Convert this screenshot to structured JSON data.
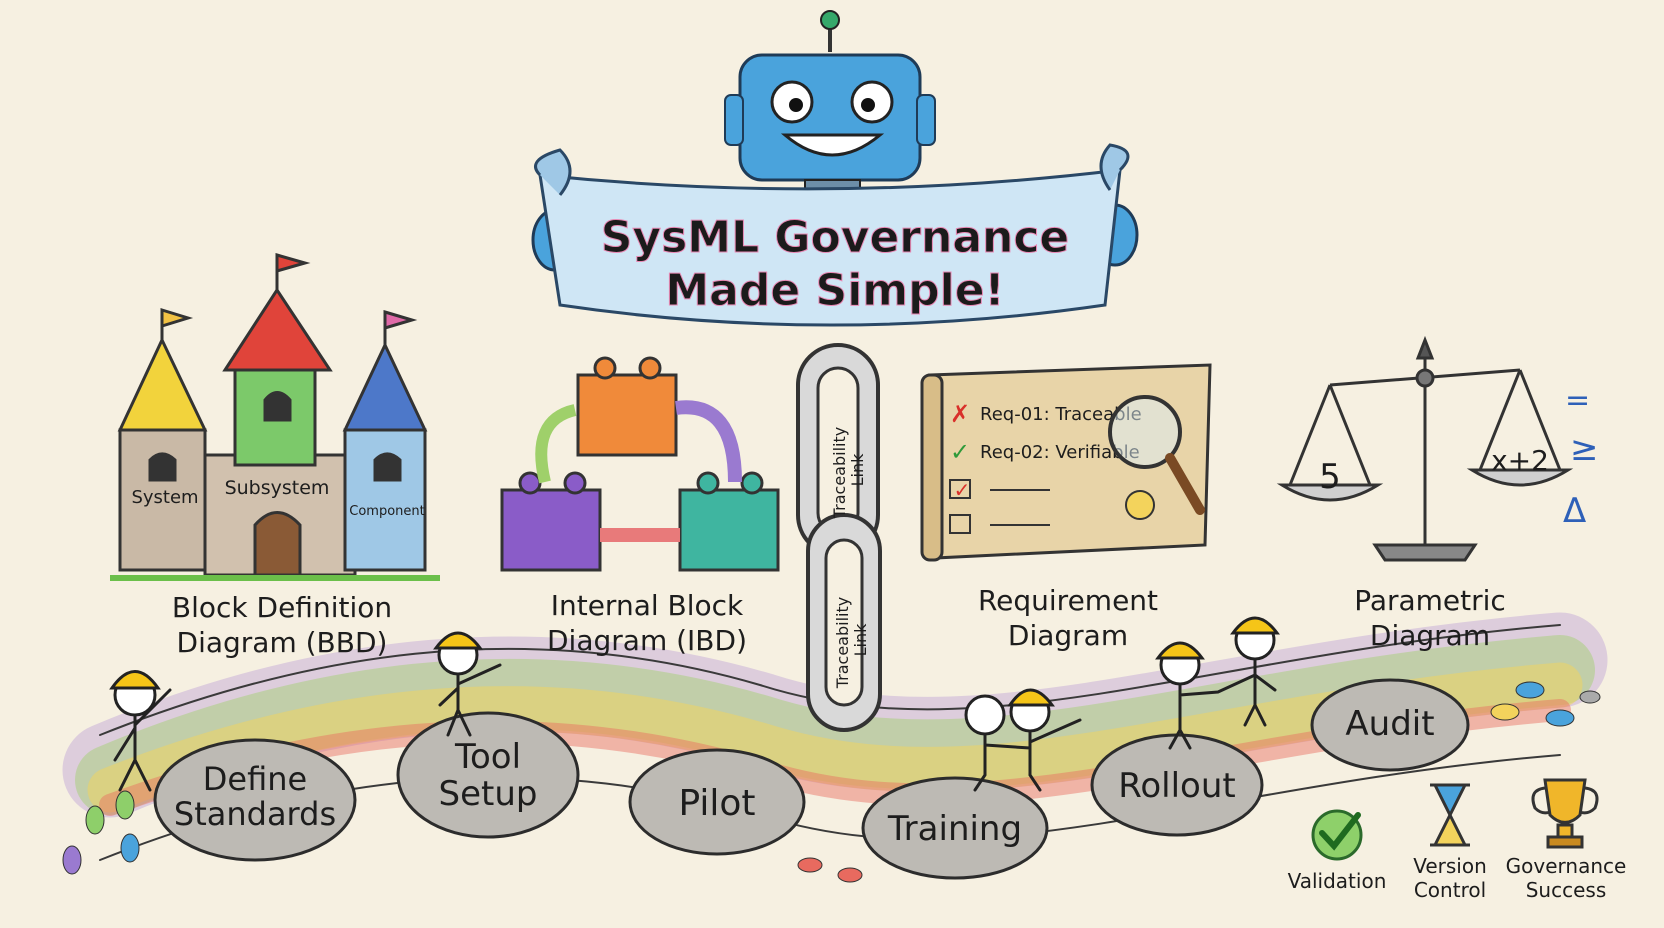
{
  "banner": {
    "line1": "SysML Governance",
    "line2": "Made Simple!"
  },
  "castle": {
    "labels": [
      "System",
      "Subsystem",
      "Component"
    ]
  },
  "diagrams": [
    {
      "line1": "Block Definition",
      "line2": "Diagram (BBD)"
    },
    {
      "line1": "Internal Block",
      "line2": "Diagram (IBD)"
    },
    {
      "line1": "Requirement",
      "line2": "Diagram"
    },
    {
      "line1": "Parametric",
      "line2": "Diagram"
    }
  ],
  "chain": {
    "link_label": [
      "Traceability",
      "Link"
    ]
  },
  "requirements": [
    {
      "text": "Req-01: Traceable",
      "status": "fail"
    },
    {
      "text": "Req-02: Verifiable",
      "status": "pass"
    }
  ],
  "scale": {
    "left": "5",
    "right": "x+2",
    "symbols": [
      "=",
      "≥",
      "Δ"
    ]
  },
  "steps": [
    {
      "lines": [
        "Define",
        "Standards"
      ]
    },
    {
      "lines": [
        "Tool",
        "Setup"
      ]
    },
    {
      "lines": [
        "Pilot"
      ]
    },
    {
      "lines": [
        "Training"
      ]
    },
    {
      "lines": [
        "Rollout"
      ]
    },
    {
      "lines": [
        "Audit"
      ]
    }
  ],
  "legend": [
    {
      "lines": [
        "Validation"
      ],
      "icon": "checkmark-icon"
    },
    {
      "lines": [
        "Version",
        "Control"
      ],
      "icon": "hourglass-icon"
    },
    {
      "lines": [
        "Governance",
        "Success"
      ],
      "icon": "trophy-icon"
    }
  ],
  "colors": {
    "background": "#f6f0e1",
    "robot": "#4aa3dc",
    "banner": "#cfe6f5",
    "stone": "#b9b6b0",
    "path_red": "#e86a5f",
    "path_yellow": "#f3d35c",
    "path_green": "#9fd06a",
    "path_purple": "#b08bd4"
  }
}
